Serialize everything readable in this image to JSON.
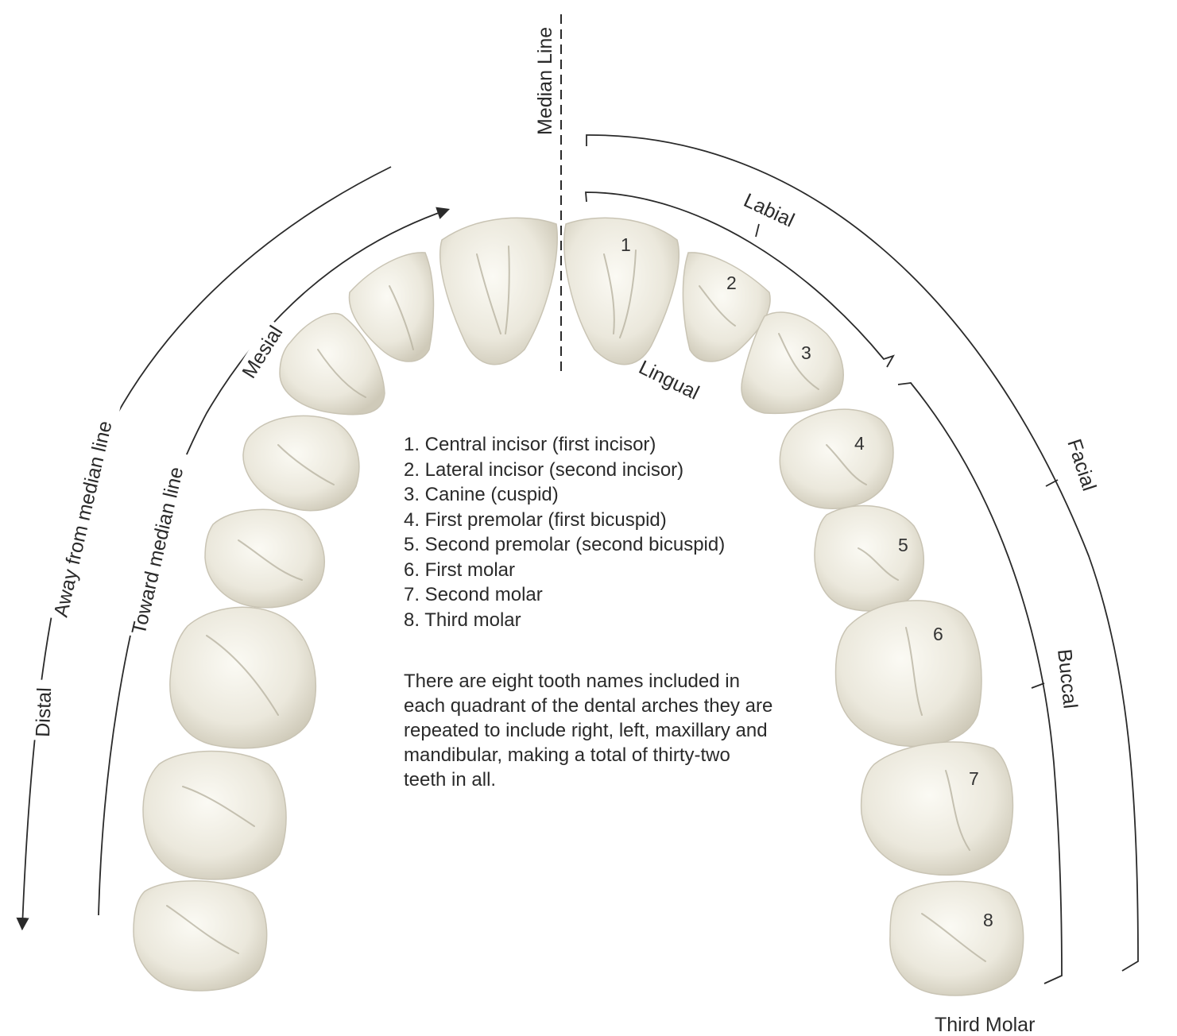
{
  "labels": {
    "median_line": "Median Line",
    "labial": "Labial",
    "lingual": "Lingual",
    "facial": "Facial",
    "buccal": "Buccal",
    "mesial": "Mesial",
    "distal": "Distal",
    "toward_median": "Toward median line",
    "away_median": "Away from median line",
    "third_molar": "Third Molar"
  },
  "teeth": [
    {
      "number": "1",
      "name": "Central incisor (first incisor)"
    },
    {
      "number": "2",
      "name": "Lateral incisor (second incisor)"
    },
    {
      "number": "3",
      "name": "Canine (cuspid)"
    },
    {
      "number": "4",
      "name": "First premolar (first bicuspid)"
    },
    {
      "number": "5",
      "name": "Second premolar (second bicuspid)"
    },
    {
      "number": "6",
      "name": "First molar"
    },
    {
      "number": "7",
      "name": "Second molar"
    },
    {
      "number": "8",
      "name": "Third molar"
    }
  ],
  "legend": [
    "1. Central incisor (first incisor)",
    "2. Lateral incisor (second incisor)",
    "3. Canine (cuspid)",
    "4. First premolar (first bicuspid)",
    "5. Second premolar (second bicuspid)",
    "6. First molar",
    "7. Second molar",
    "8. Third molar"
  ],
  "note": "There are eight tooth names included in each quadrant of the dental arches they are repeated to include right, left, maxillary and mandibular, making a total of thirty-two teeth in all.",
  "colors": {
    "tooth_fill": "#ebe8dc",
    "tooth_shadow": "#b9b4a2",
    "ink": "#2a2a2a"
  }
}
